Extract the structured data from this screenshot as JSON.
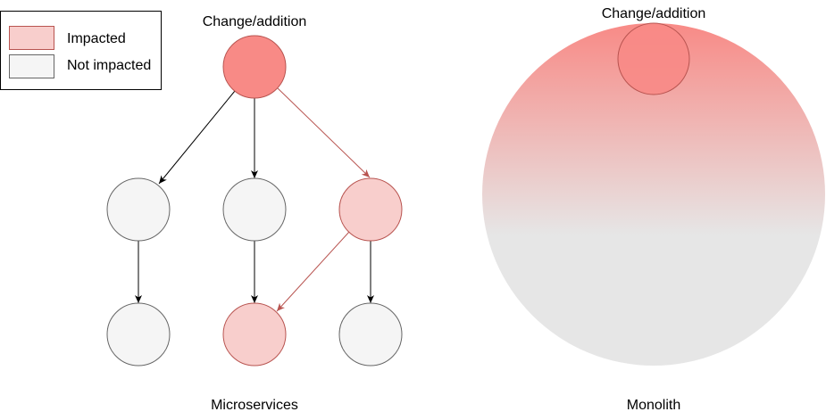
{
  "legend": {
    "impacted_label": "Impacted",
    "not_impacted_label": "Not impacted"
  },
  "microservices": {
    "change_label": "Change/addition",
    "caption": "Microservices"
  },
  "monolith": {
    "change_label": "Change/addition",
    "caption": "Monolith"
  },
  "colors": {
    "changed_fill": "#f88a86",
    "changed_stroke": "#b85450",
    "impacted_fill": "#f8cecc",
    "impacted_stroke": "#b85450",
    "not_impacted_fill": "#f5f5f5",
    "not_impacted_stroke": "#666666",
    "impact_arrow": "#b85450",
    "normal_arrow": "#000000",
    "monolith_gradient_top": "#f88a86",
    "monolith_gradient_bottom": "#e6e6e6"
  }
}
